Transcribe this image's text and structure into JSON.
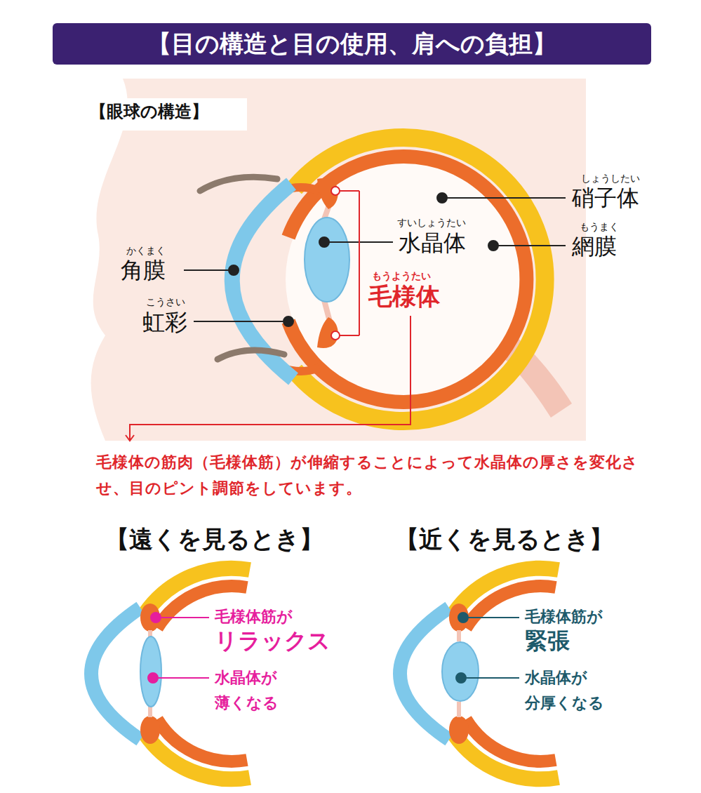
{
  "diagram": {
    "title": "【目の構造と目の使用、肩への負担】",
    "labels": [
      "【眼球の構造】",
      "しょうしたい",
      "硝子体",
      "もうまく",
      "網膜",
      "すいしょうたい",
      "水晶体",
      "かくまく",
      "角膜",
      "もうようたい",
      "毛様体",
      "こうさい",
      "虹彩",
      "毛様体の筋肉（毛様体筋）が伸縮することによって水晶体の厚さを変化させ、目のピント調節をしています。",
      "【遠くを見るとき】",
      "【近くを見るとき】",
      "毛様体筋が",
      "リラックス",
      "水晶体が",
      "薄くなる",
      "毛様体筋が",
      "緊張",
      "水晶体が",
      "分厚くなる"
    ]
  }
}
